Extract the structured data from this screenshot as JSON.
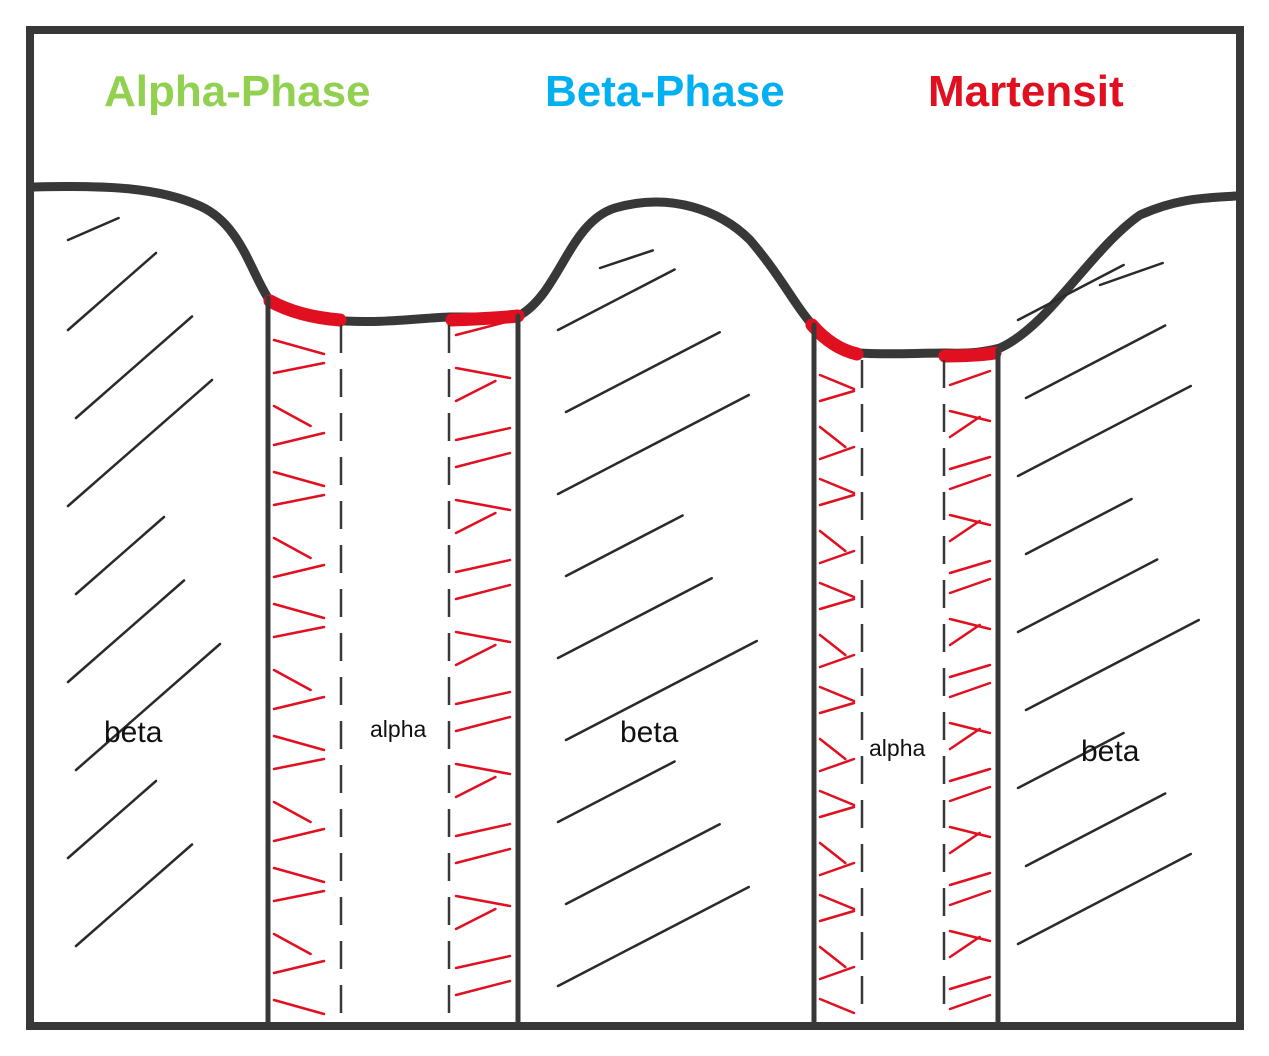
{
  "legend": {
    "alpha": {
      "text": "Alpha-Phase",
      "color": "#92d050"
    },
    "beta": {
      "text": "Beta-Phase",
      "color": "#00b0f0"
    },
    "martensit": {
      "text": "Martensit",
      "color": "#e01020"
    }
  },
  "labels": {
    "beta_left": "beta",
    "alpha_1": "alpha",
    "beta_middle": "beta",
    "alpha_2": "alpha",
    "beta_right": "beta"
  },
  "colors": {
    "outline": "#383838",
    "hatch": "#2a2a2a",
    "martensite": "#e01020"
  }
}
